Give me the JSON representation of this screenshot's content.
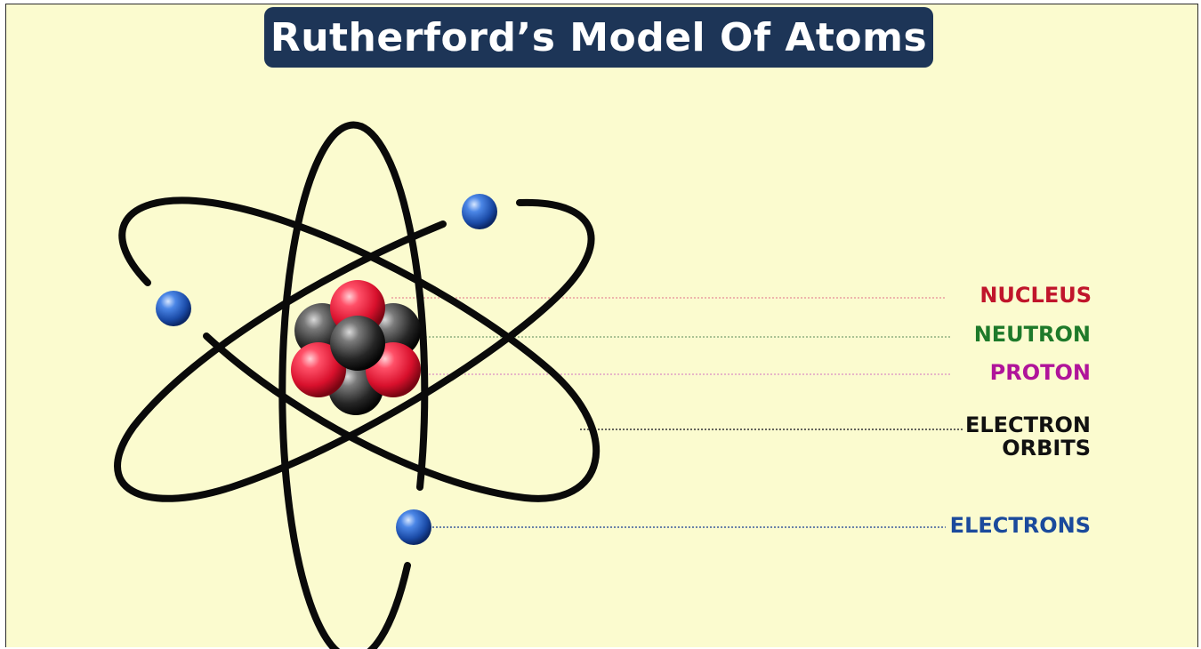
{
  "title": "Rutherford’s Model Of Atoms",
  "labels": {
    "nucleus": "NUCLEUS",
    "neutron": "NEUTRON",
    "proton": "PROTON",
    "electron_orbits_line1": "ELECTRON",
    "electron_orbits_line2": "ORBITS",
    "electrons": "ELECTRONS"
  },
  "colors": {
    "background": "#fbfbcf",
    "title_bar": "#1d3557",
    "nucleus_label": "#c0152b",
    "neutron_label": "#1e7a2a",
    "proton_label": "#b0149a",
    "orbits_label": "#111111",
    "electrons_label": "#1b4a9c",
    "proton_sphere": "#e0213a",
    "neutron_sphere": "#2a2a2a",
    "electron_sphere": "#1f56b5"
  }
}
